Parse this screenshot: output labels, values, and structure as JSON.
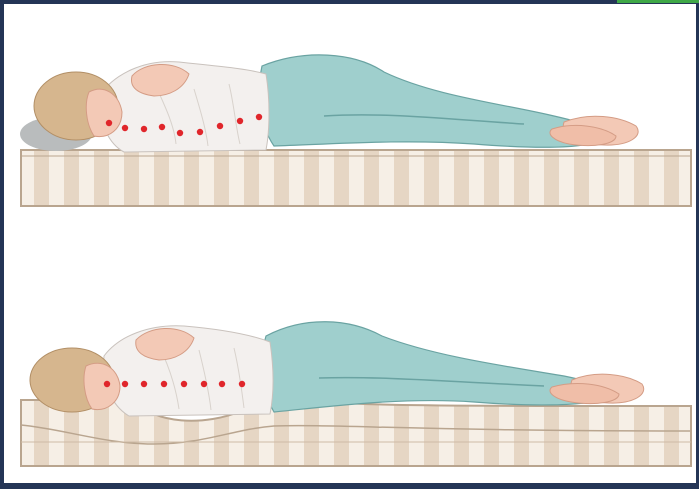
{
  "colors": {
    "background": "#ffffff",
    "frame": "#243556",
    "mattress_fill": "#f6efe6",
    "mattress_stripe": "#e6d6c4",
    "mattress_outline": "#b9a58f",
    "pants": "#9fcfcd",
    "pants_shadow": "#7fb5b4",
    "shirt": "#f3f0ee",
    "skin": "#f3c9b6",
    "hair": "#d6b68e",
    "pillow": "#b9bcbd",
    "spine_dots": "#e0262b"
  },
  "panels": [
    {
      "id": "top",
      "mattress": "firm",
      "spine": "curved"
    },
    {
      "id": "bottom",
      "mattress": "contouring",
      "spine": "straight"
    }
  ],
  "icons": [
    "sleeping-person-firm-mattress",
    "sleeping-person-contour-mattress"
  ]
}
